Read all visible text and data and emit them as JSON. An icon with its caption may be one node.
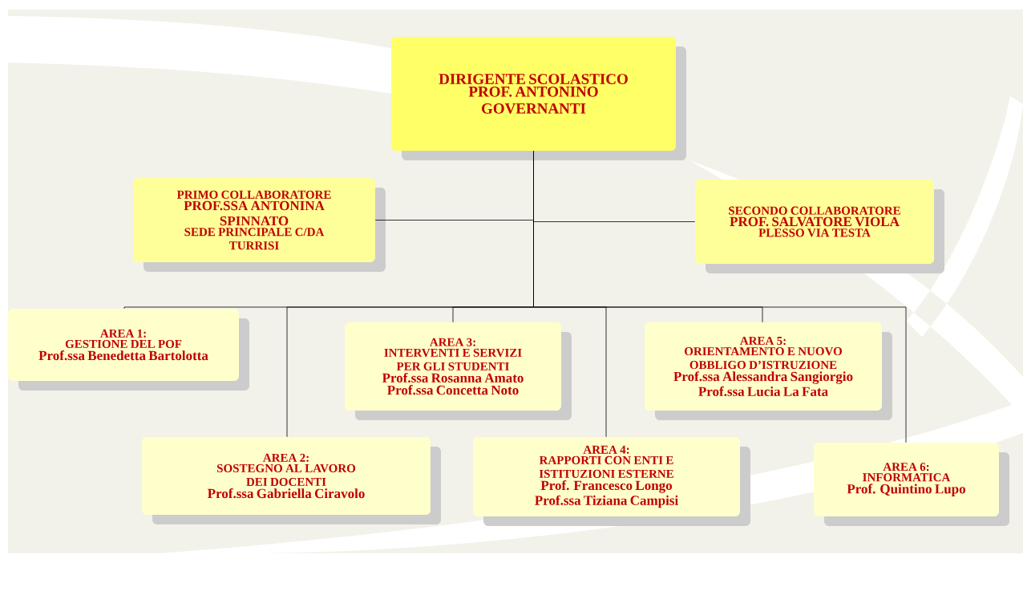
{
  "diagram": {
    "nodes": [
      {
        "text": [
          "DIRIGENTE SCOLASTICO",
          "PROF. ANTONINO GOVERNANTI"
        ]
      },
      {
        "text": [
          "PRIMO COLLABORATORE",
          "PROF.SSA ANTONINA SPINNATO",
          "SEDE PRINCIPALE C/DA TURRISI"
        ]
      },
      {
        "text": [
          "SECONDO COLLABORATORE",
          "PROF.  SALVATORE VIOLA",
          "PLESSO VIA TESTA"
        ]
      },
      {
        "text": [
          "AREA 1:",
          "GESTIONE DEL POF",
          "Prof.ssa Benedetta Bartolotta"
        ]
      },
      {
        "text": [
          "AREA 3:",
          "INTERVENTI E SERVIZI PER GLI STUDENTI",
          "Prof.ssa Rosanna Amato",
          "Prof.ssa Concetta Noto"
        ]
      },
      {
        "text": [
          "AREA 5:",
          "ORIENTAMENTO E NUOVO OBBLIGO D’ISTRUZIONE",
          "Prof.ssa Alessandra Sangiorgio",
          "Prof.ssa Lucia La Fata"
        ]
      },
      {
        "text": [
          "AREA 2:",
          "SOSTEGNO AL LAVORO DEI DOCENTI",
          "Prof.ssa Gabriella Ciravolo"
        ]
      },
      {
        "text": [
          "AREA 4:",
          "RAPPORTI CON ENTI E ISTITUZIONI ESTERNE",
          "Prof. Francesco Longo",
          "Prof.ssa Tiziana Campisi"
        ]
      },
      {
        "text": [
          "AREA 6:",
          "INFORMATICA",
          "Prof. Quintino Lupo"
        ]
      }
    ],
    "edges": [
      {
        "from": 0,
        "to": 1,
        "arrow": "none"
      },
      {
        "from": 0,
        "to": 2,
        "arrow": "none"
      },
      {
        "from": 0,
        "to": 3,
        "arrow": "none"
      },
      {
        "from": 0,
        "to": 4,
        "arrow": "none"
      },
      {
        "from": 0,
        "to": 5,
        "arrow": "none"
      },
      {
        "from": 0,
        "to": 6,
        "arrow": "none"
      },
      {
        "from": 0,
        "to": 7,
        "arrow": "none"
      },
      {
        "from": 0,
        "to": 8,
        "arrow": "none"
      }
    ]
  }
}
